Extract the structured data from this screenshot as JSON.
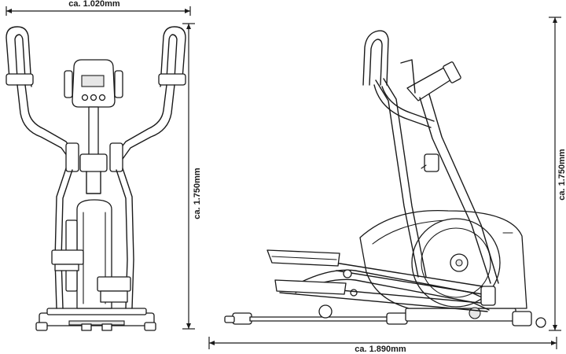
{
  "dimensions": {
    "width": "ca. 1.020mm",
    "height_front": "ca. 1.750mm",
    "height_side": "ca. 1.750mm",
    "length": "ca. 1.890mm"
  }
}
